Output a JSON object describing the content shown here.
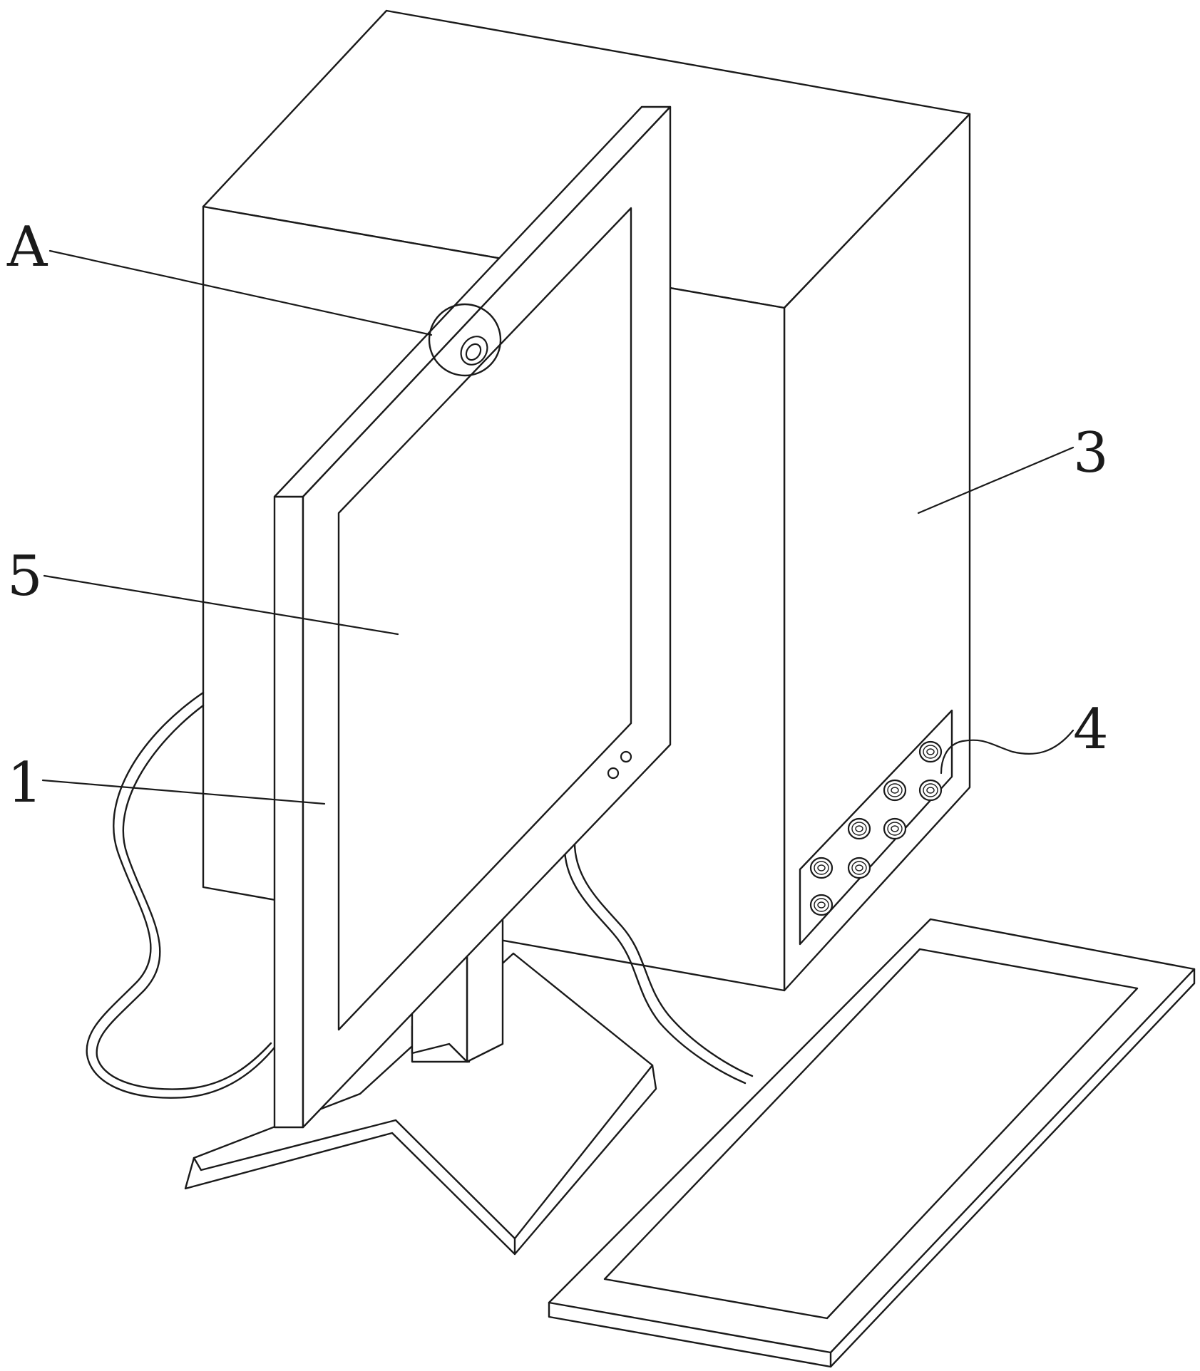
{
  "labels": {
    "A": "A",
    "three": "3",
    "five": "5",
    "four": "4",
    "one": "1"
  }
}
